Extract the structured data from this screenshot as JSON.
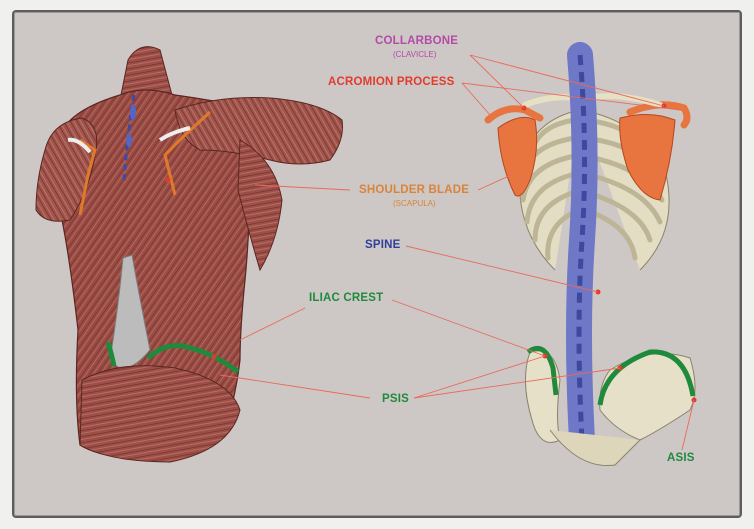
{
  "labels": {
    "collarbone": "COLLARBONE",
    "collarbone_sub": "(CLAVICLE)",
    "acromion": "ACROMION PROCESS",
    "shoulder_blade": "SHOULDER BLADE",
    "shoulder_blade_sub": "(SCAPULA)",
    "spine": "SPINE",
    "iliac_crest": "ILIAC CREST",
    "psis": "PSIS",
    "asis": "ASIS"
  },
  "colors": {
    "collarbone": "#b44aa6",
    "acromion": "#e23b2e",
    "shoulder_blade": "#d9843a",
    "spine": "#2e3f9b",
    "iliac_psis_asis": "#1f8a3c",
    "leader_lines": "#e86a5e",
    "muscle": "#9c5047",
    "bone": "#e6e0c8",
    "vertebrae": "#6e78c6"
  }
}
